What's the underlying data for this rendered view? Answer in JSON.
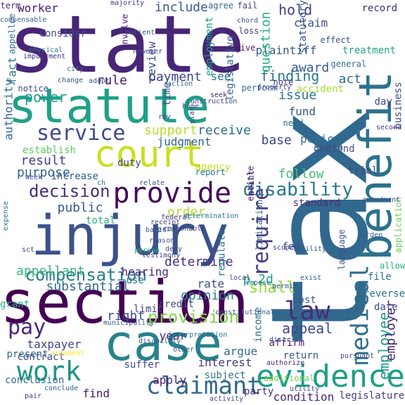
{
  "wordcloud": {
    "words": [
      {
        "text": "tax",
        "color": "#31688e"
      },
      {
        "text": "state",
        "color": "#482576"
      },
      {
        "text": "statute",
        "color": "#1fa088"
      },
      {
        "text": "court",
        "color": "#c8e020"
      },
      {
        "text": "injury",
        "color": "#3b528b"
      },
      {
        "text": "section",
        "color": "#440154"
      },
      {
        "text": "case",
        "color": "#26828e"
      },
      {
        "text": "benefit",
        "color": "#2c728e"
      },
      {
        "text": "evidence",
        "color": "#1f9e89"
      },
      {
        "text": "provide",
        "color": "#46085c"
      },
      {
        "text": "claimant",
        "color": "#31688e"
      },
      {
        "text": "medical",
        "color": "#2e6f8e"
      },
      {
        "text": "work",
        "color": "#1f958b"
      },
      {
        "text": "service",
        "color": "#3e4a89"
      },
      {
        "text": "require",
        "color": "#443a83"
      },
      {
        "text": "law",
        "color": "#472d7b"
      },
      {
        "text": "disability",
        "color": "#2a788e"
      },
      {
        "text": "compensation",
        "color": "#287d8e"
      },
      {
        "text": "pay",
        "color": "#482878"
      },
      {
        "text": "decision",
        "color": "#472f7d"
      },
      {
        "text": "appeal",
        "color": "#3f4788"
      },
      {
        "text": "provision",
        "color": "#84d44b"
      },
      {
        "text": "employee",
        "color": "#1f9a8a"
      },
      {
        "text": "employer",
        "color": "#482475"
      },
      {
        "text": "finding",
        "color": "#2a788e"
      },
      {
        "text": "payment",
        "color": "#414487"
      },
      {
        "text": "award",
        "color": "#38588c"
      },
      {
        "text": "shall",
        "color": "#95d840"
      },
      {
        "text": "plaintiff",
        "color": "#38588c"
      },
      {
        "text": "question",
        "color": "#25ac82"
      },
      {
        "text": "employment",
        "color": "#1fa188"
      },
      {
        "text": "hold",
        "color": "#423f85"
      },
      {
        "text": "claim",
        "color": "#3b528b"
      },
      {
        "text": "include",
        "color": "#365d8d"
      },
      {
        "text": "review",
        "color": "#3e4c8a"
      },
      {
        "text": "power",
        "color": "#1e9c89"
      },
      {
        "text": "issue",
        "color": "#2c728e"
      },
      {
        "text": "fund",
        "color": "#3a548c"
      },
      {
        "text": "support",
        "color": "#b5de2b"
      },
      {
        "text": "receive",
        "color": "#2e6e8e"
      },
      {
        "text": "base",
        "color": "#404588"
      },
      {
        "text": "judgment",
        "color": "#32658e"
      },
      {
        "text": "result",
        "color": "#433e85"
      },
      {
        "text": "purpose",
        "color": "#34618d"
      },
      {
        "text": "order",
        "color": "#b2dd2d"
      },
      {
        "text": "determine",
        "color": "#46337f"
      },
      {
        "text": "opinion",
        "color": "#277f8e"
      },
      {
        "text": "hearing",
        "color": "#482677"
      },
      {
        "text": "rate",
        "color": "#3e4a89"
      },
      {
        "text": "appellant",
        "color": "#35b779"
      },
      {
        "text": "substantial",
        "color": "#31688e"
      },
      {
        "text": "right",
        "color": "#3b528b"
      },
      {
        "text": "year",
        "color": "#472c7a"
      },
      {
        "text": "argue",
        "color": "#306a8e"
      },
      {
        "text": "interest",
        "color": "#453781"
      },
      {
        "text": "apply",
        "color": "#481f70"
      },
      {
        "text": "find",
        "color": "#48186a"
      },
      {
        "text": "follow",
        "color": "#3fbc73"
      },
      {
        "text": "period",
        "color": "#2d708e"
      },
      {
        "text": "public",
        "color": "#39568c"
      },
      {
        "text": "authority",
        "color": "#2f6b8e"
      },
      {
        "text": "fact",
        "color": "#2b758e"
      },
      {
        "text": "rule",
        "color": "#481b6d"
      },
      {
        "text": "see",
        "color": "#2c738e"
      },
      {
        "text": "act",
        "color": "#2e6e8e"
      },
      {
        "text": "time",
        "color": "#3e4989"
      },
      {
        "text": "legislative",
        "color": "#34618d"
      },
      {
        "text": "statutory",
        "color": "#3a538b"
      },
      {
        "text": "p.2d",
        "color": "#20a386"
      },
      {
        "text": "consider",
        "color": "#3f4889"
      },
      {
        "text": "worker",
        "color": "#481769"
      },
      {
        "text": "record",
        "color": "#472d7b"
      },
      {
        "text": "treatment",
        "color": "#22a785"
      },
      {
        "text": "condition",
        "color": "#482979"
      },
      {
        "text": "legislature",
        "color": "#453882"
      },
      {
        "text": "establish",
        "color": "#5ec962"
      },
      {
        "text": "increase",
        "color": "#33628d"
      },
      {
        "text": "total",
        "color": "#2ab07f"
      },
      {
        "text": "present",
        "color": "#31688e"
      },
      {
        "text": "taxpayer",
        "color": "#414487"
      },
      {
        "text": "conclusion",
        "color": "#2d708e"
      },
      {
        "text": "suffer",
        "color": "#3e4989"
      },
      {
        "text": "contract",
        "color": "#3d4e8a"
      },
      {
        "text": "grant",
        "color": "#29af7f"
      },
      {
        "text": "limit",
        "color": "#404588"
      },
      {
        "text": "use",
        "color": "#2f6c8e"
      },
      {
        "text": "cost",
        "color": "#3b528b"
      },
      {
        "text": "file",
        "color": "#2e6f8e"
      },
      {
        "text": "reverse",
        "color": "#2d718e"
      },
      {
        "text": "date",
        "color": "#3e4c8a"
      },
      {
        "text": "income",
        "color": "#2e6e8e"
      },
      {
        "text": "affirm",
        "color": "#481a6c"
      },
      {
        "text": "return",
        "color": "#38598c"
      },
      {
        "text": "party",
        "color": "#472a7a"
      },
      {
        "text": "subject",
        "color": "#2d718e"
      },
      {
        "text": "additional",
        "color": "#7ad151"
      },
      {
        "text": "fee",
        "color": "#3d4d8a"
      },
      {
        "text": "language",
        "color": "#3b528b"
      },
      {
        "text": "trial",
        "color": "#3e4a89"
      },
      {
        "text": "agency",
        "color": "#c2df23"
      },
      {
        "text": "report",
        "color": "#2a788e"
      },
      {
        "text": "duty",
        "color": "#404688"
      },
      {
        "text": "entitle",
        "color": "#48196b"
      },
      {
        "text": "standard",
        "color": "#472f7d"
      },
      {
        "text": "regulate",
        "color": "#2b748e"
      },
      {
        "text": "limitation",
        "color": "#33638d"
      },
      {
        "text": "point",
        "color": "#453781"
      },
      {
        "text": "business",
        "color": "#3e4a89"
      },
      {
        "text": "application",
        "color": "#6ece58"
      },
      {
        "text": "allow",
        "color": "#27ad81"
      },
      {
        "text": "day",
        "color": "#404588"
      },
      {
        "text": "contend",
        "color": "#3b528b"
      },
      {
        "text": "supra",
        "color": "#3a548c"
      },
      {
        "text": "need",
        "color": "#306a8e"
      },
      {
        "text": "general",
        "color": "#2d708e"
      },
      {
        "text": "note",
        "color": "#46337f"
      },
      {
        "text": "perform",
        "color": "#2c728e"
      },
      {
        "text": "accident",
        "color": "#a8db34"
      },
      {
        "text": "give",
        "color": "#481f70"
      },
      {
        "text": "loss",
        "color": "#433d84"
      },
      {
        "text": "fail",
        "color": "#414487"
      },
      {
        "text": "effect",
        "color": "#3b528b"
      },
      {
        "text": "agree",
        "color": "#31688e"
      },
      {
        "text": "term",
        "color": "#482878"
      },
      {
        "text": "appellee",
        "color": "#2f6c8e"
      },
      {
        "text": "notice",
        "color": "#3f4788"
      },
      {
        "text": "involve",
        "color": "#482475"
      },
      {
        "text": "however",
        "color": "#3e4c8a"
      },
      {
        "text": "change",
        "color": "#3a548c"
      },
      {
        "text": "adopt",
        "color": "#3b528b"
      },
      {
        "text": "action",
        "color": "#2e6e8e"
      },
      {
        "text": "home",
        "color": "#3d4e8a"
      },
      {
        "text": "seek",
        "color": "#482677"
      },
      {
        "text": "construction",
        "color": "#414487"
      },
      {
        "text": "relate",
        "color": "#38588c"
      },
      {
        "text": "prior",
        "color": "#2c738e"
      },
      {
        "text": "reasonable",
        "color": "#443983"
      },
      {
        "text": "receipt",
        "color": "#3f4788"
      },
      {
        "text": "deny",
        "color": "#3e4a89"
      },
      {
        "text": "reason",
        "color": "#39568c"
      },
      {
        "text": "basis",
        "color": "#3a548c"
      },
      {
        "text": "federal",
        "color": "#46327e"
      },
      {
        "text": "person",
        "color": "#2ab07f"
      },
      {
        "text": "testimony",
        "color": "#404588"
      },
      {
        "text": "municipality",
        "color": "#39568c"
      },
      {
        "text": "interpretation",
        "color": "#2e6f8e"
      },
      {
        "text": "argument",
        "color": "#fde725"
      },
      {
        "text": "exist",
        "color": "#33638d"
      },
      {
        "text": "constitutional",
        "color": "#3a548c"
      },
      {
        "text": "impose",
        "color": "#2d708e"
      },
      {
        "text": "local",
        "color": "#404588"
      },
      {
        "text": "district",
        "color": "#3b528b"
      },
      {
        "text": "authorize",
        "color": "#482677"
      },
      {
        "text": "utility",
        "color": "#3e4989"
      },
      {
        "text": "conclude",
        "color": "#35608d"
      },
      {
        "text": "pair",
        "color": "#453882"
      },
      {
        "text": "activity",
        "color": "#3e4a89"
      },
      {
        "text": "pursuant",
        "color": "#404588"
      },
      {
        "text": "expense",
        "color": "#2c728e"
      },
      {
        "text": "patient",
        "color": "#3b528b"
      },
      {
        "text": "city",
        "color": "#33638d"
      },
      {
        "text": "burden",
        "color": "#34618d"
      },
      {
        "text": "amendment",
        "color": "#3e4c8a"
      },
      {
        "text": "permit",
        "color": "#3a548c"
      },
      {
        "text": "majority",
        "color": "#453882"
      },
      {
        "text": "physical",
        "color": "#2e6e8e"
      },
      {
        "text": "impairment",
        "color": "#46337f"
      },
      {
        "text": "ch",
        "color": "#2f6c8e"
      },
      {
        "text": "week",
        "color": "#3e4c8a"
      },
      {
        "text": "plan",
        "color": "#404588"
      },
      {
        "text": "scope",
        "color": "#3e4a89"
      },
      {
        "text": "facility",
        "color": "#3a548c"
      },
      {
        "text": "compensable",
        "color": "#34618d"
      },
      {
        "text": "determination",
        "color": "#2c728e"
      },
      {
        "text": "second",
        "color": "#453781"
      },
      {
        "text": "property",
        "color": "#3f4788"
      },
      {
        "text": "disability",
        "color": "#39568c"
      },
      {
        "text": "other",
        "color": "#38588c"
      },
      {
        "text": "rev",
        "color": "#3e4989"
      },
      {
        "text": "%",
        "color": "#32658e"
      },
      {
        "text": "sct",
        "color": "#404588"
      },
      {
        "text": "chord",
        "color": "#3a548c"
      },
      {
        "text": "credit",
        "color": "#3e4c8a"
      }
    ]
  }
}
